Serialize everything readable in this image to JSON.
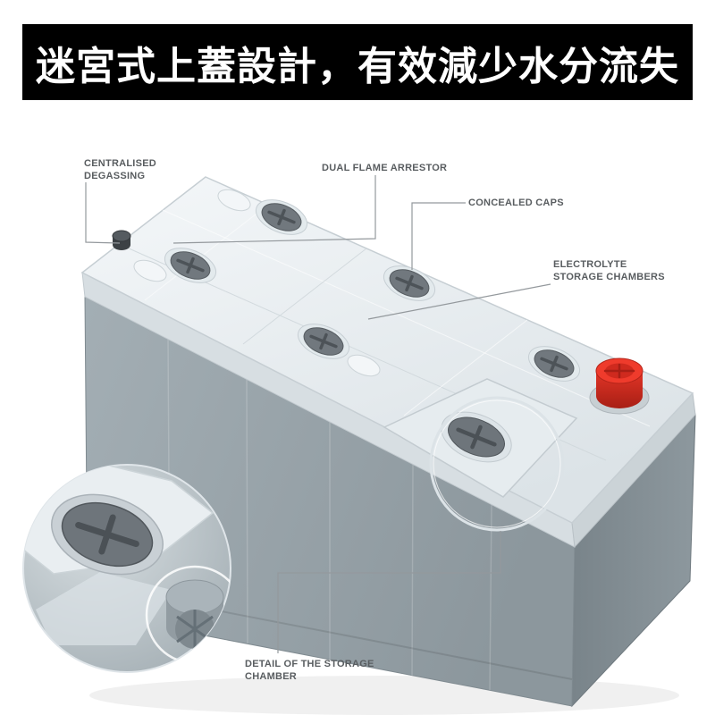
{
  "banner": {
    "title": "迷宮式上蓋設計，有效減少水分流失",
    "bg_color": "#000000",
    "text_color": "#ffffff"
  },
  "labels": {
    "centralised_degassing": "CENTRALISED\nDEGASSING",
    "dual_flame_arrestor": "DUAL FLAME ARRESTOR",
    "concealed_caps": "CONCEALED CAPS",
    "electrolyte_storage_chambers": "ELECTROLYTE\nSTORAGE CHAMBERS",
    "detail_storage_chamber": "DETAIL OF THE STORAGE\nCHAMBER"
  },
  "illustration": {
    "subject": "car battery with translucent labyrinth lid, six flush caps with cross slots, red positive terminal cover, magnified circular detail of storage chamber cap"
  },
  "colors": {
    "label_text": "#595d60",
    "callout_line": "#94999d",
    "battery_lid": "#e9eef1",
    "battery_front": "#95a0a6",
    "battery_side": "#7f8a90",
    "cap_dark": "#6e757b",
    "terminal_red": "#e23527"
  }
}
